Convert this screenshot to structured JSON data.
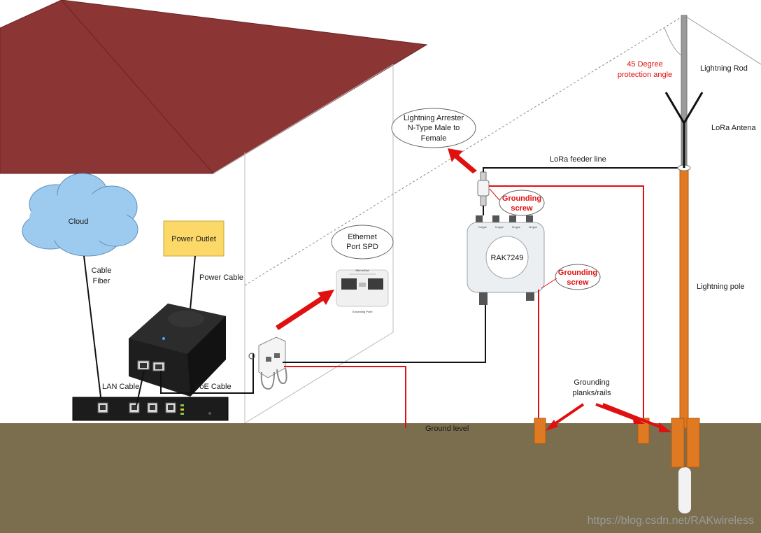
{
  "labels": {
    "cloud": "Cloud",
    "power_outlet": "Power Outlet",
    "cable_fiber_1": "Cable",
    "cable_fiber_2": "Fiber",
    "power_cable": "Power Cable",
    "lan_cable": "LAN Cable",
    "poe_cable": "PoE Cable",
    "ethernet_spd_1": "Ethernet",
    "ethernet_spd_2": "Port SPD",
    "arrester_1": "Lightning Arrester",
    "arrester_2": "N-Type Male to",
    "arrester_3": "Female",
    "grounding_screw_top_1": "Grounding",
    "grounding_screw_top_2": "screw",
    "grounding_screw_right_1": "Grounding",
    "grounding_screw_right_2": "screw",
    "gateway": "RAK7249",
    "angle_1": "45 Degree",
    "angle_2": "protection angle",
    "lightning_rod": "Lightning Rod",
    "lora_antenna": "LoRa Antena",
    "lora_feeder": "LoRa feeder line",
    "lightning_pole": "Lightning pole",
    "grounding_planks_1": "Grounding",
    "grounding_planks_2": "planks/rails",
    "ground_level": "Ground level",
    "spd_in_out": "Ethr.in/Out",
    "spd_ground_point": "Grounding Point",
    "watermark": "https://blog.csdn.net/RAKwireless"
  },
  "colors": {
    "roof": "#8b3535",
    "ground": "#7a6e4e",
    "cloud": "#9dcbf0",
    "outlet": "#fbd868",
    "pole": "#e07a22",
    "ground_wire": "#e01010",
    "arrow": "#e01010"
  },
  "icons": {
    "cloud": "cloud-icon",
    "antenna": "lora-antenna-icon",
    "poe": "poe-injector-icon",
    "router": "router-icon",
    "gateway": "rak7249-gateway-icon",
    "spd": "ethernet-spd-icon"
  }
}
